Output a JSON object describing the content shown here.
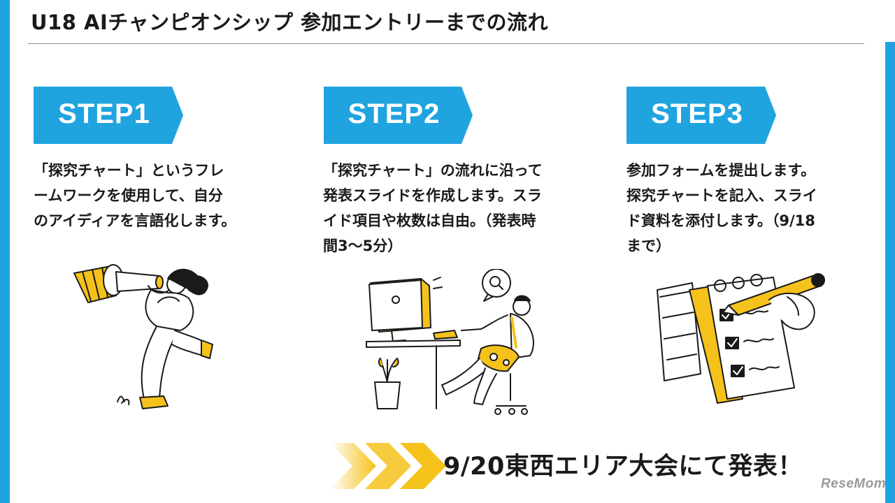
{
  "header": {
    "title": "U18 AIチャンピオンシップ 参加エントリーまでの流れ"
  },
  "steps": [
    {
      "label": "STEP1",
      "lines": [
        "「探究チャート」というフレ",
        "ームワークを使用して、自分",
        "のアイディアを言語化します。"
      ]
    },
    {
      "label": "STEP2",
      "lines": [
        "「探究チャート」の流れに沿って",
        "発表スライドを作成します。スラ",
        "イド項目や枚数は自由。（発表時",
        "間3〜5分）"
      ]
    },
    {
      "label": "STEP3",
      "lines": [
        "参加フォームを提出します。",
        "探究チャートを記入、スライ",
        "ド資料を添付します。（9/18",
        "まで）"
      ]
    }
  ],
  "footer": {
    "announcement": "9/20東西エリア大会にて発表！",
    "logo": "ReseMom"
  },
  "colors": {
    "accent_blue": "#1fa4e0",
    "accent_yellow": "#f5c21b"
  },
  "icons": [
    "telescope-person-illustration",
    "desk-computer-person-illustration",
    "checklist-pencil-illustration",
    "chevron-arrows-icon"
  ]
}
